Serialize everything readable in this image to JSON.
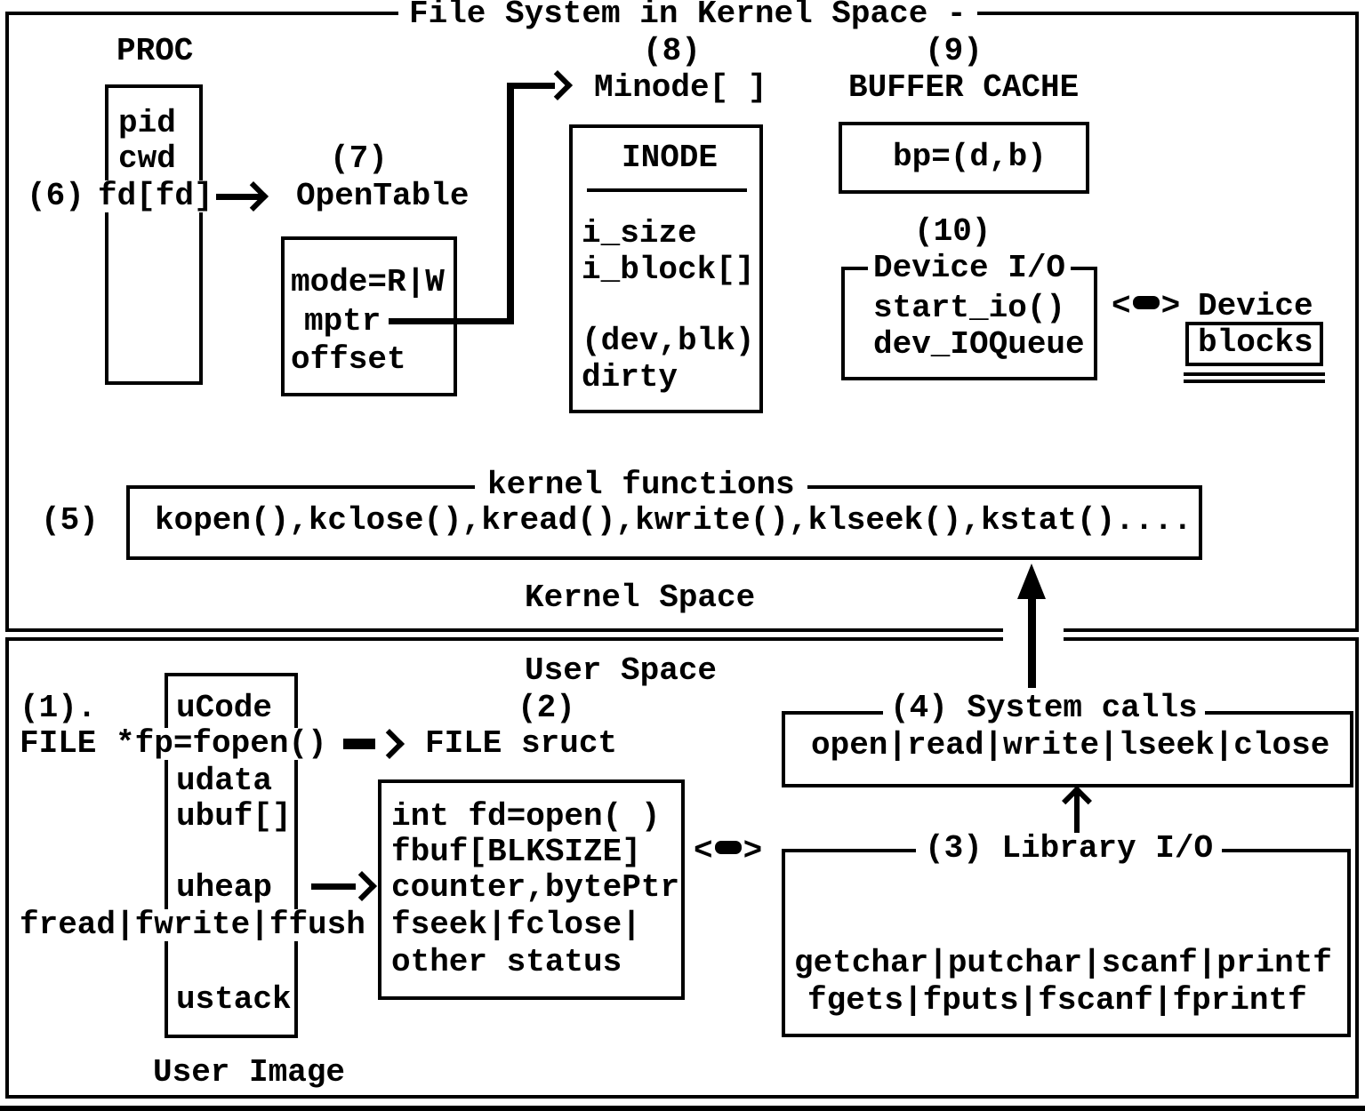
{
  "colors": {
    "ink": "#000000",
    "paper": "#ffffff"
  },
  "title": "File System in Kernel Space -",
  "kernel": {
    "space_label": "Kernel Space",
    "proc": {
      "heading": "PROC",
      "num": "(6)",
      "rows": [
        "pid",
        "cwd",
        "fd[fd]"
      ]
    },
    "open_table": {
      "num": "(7)",
      "heading": "OpenTable",
      "rows": [
        "mode=R|W",
        "mptr",
        "offset"
      ]
    },
    "minode": {
      "num": "(8)",
      "heading": "Minode[ ]",
      "box_title": "INODE",
      "rows": [
        "i_size",
        "i_block[]",
        "(dev,blk)",
        "dirty"
      ]
    },
    "buffer_cache": {
      "num": "(9)",
      "heading": "BUFFER CACHE",
      "value": "bp=(d,b)"
    },
    "device_io": {
      "num": "(10)",
      "box_title": "Device I/O",
      "rows": [
        "start_io()",
        "dev_IOQueue"
      ]
    },
    "device": {
      "heading": "Device",
      "value": "blocks"
    },
    "kernel_functions": {
      "num": "(5)",
      "box_title": "kernel functions",
      "list": "kopen(),kclose(),kread(),kwrite(),klseek(),kstat()...."
    }
  },
  "user": {
    "space_label": "User Space",
    "step1": {
      "num": "(1).",
      "code": "FILE *fp=fopen()"
    },
    "user_image": {
      "rows": [
        "uCode",
        "udata",
        "ubuf[]",
        "uheap",
        "ustack"
      ],
      "stdio_calls": "fread|fwrite|ffush",
      "caption": "User Image"
    },
    "file_struct": {
      "num": "(2)",
      "heading": "FILE sruct",
      "rows": [
        "int fd=open( )",
        "fbuf[BLKSIZE]",
        "counter,bytePtr",
        "fseek|fclose|",
        "other status"
      ]
    },
    "system_calls": {
      "box_title": "(4) System calls",
      "list": "open|read|write|lseek|close"
    },
    "library_io": {
      "box_title": "(3) Library I/O",
      "rows": [
        "getchar|putchar|scanf|printf",
        "fgets|fputs|fscanf|fprintf"
      ]
    }
  },
  "icons": {
    "double_arrow_open": "<",
    "double_arrow_close": ">"
  }
}
